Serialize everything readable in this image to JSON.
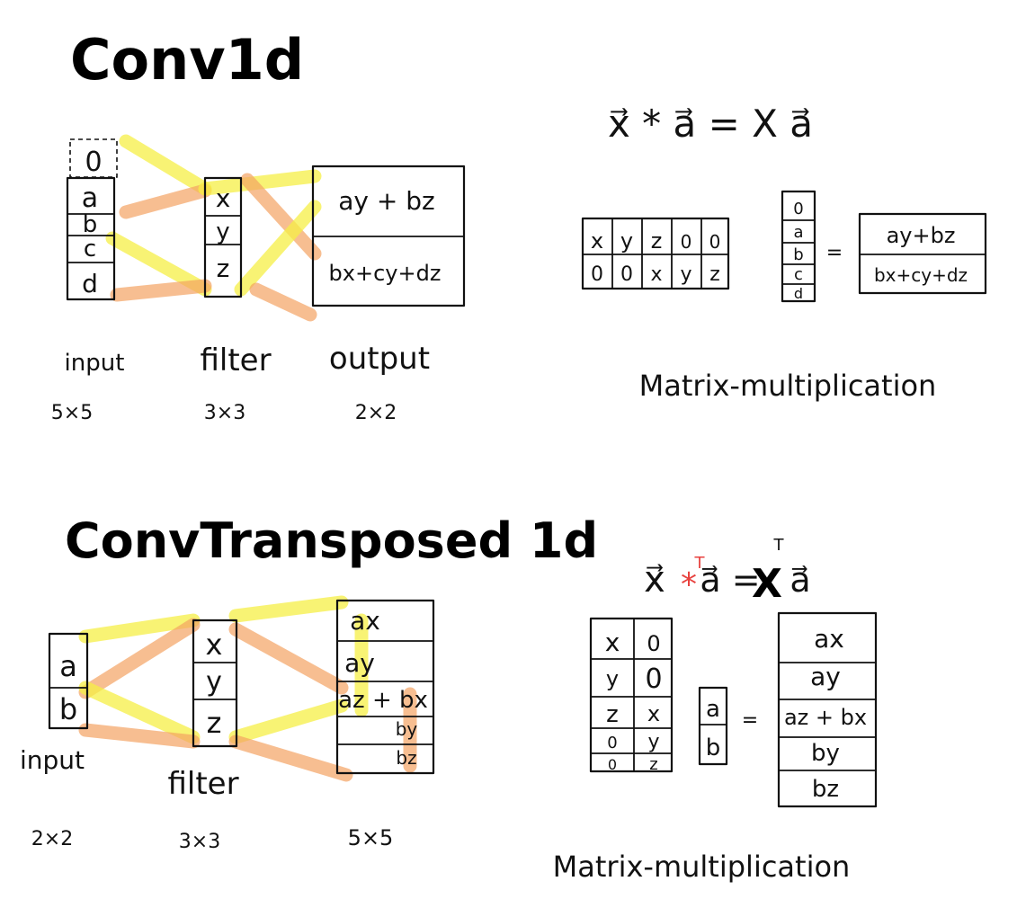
{
  "top": {
    "title": "Conv1d",
    "input": {
      "cells": [
        "0",
        "a",
        "b",
        "c",
        "d"
      ],
      "label": "input",
      "size": "5×5"
    },
    "filter": {
      "cells": [
        "x",
        "y",
        "z"
      ],
      "label": "filter",
      "size": "3×3"
    },
    "output": {
      "cells": [
        "ay + bz",
        "bx+cy+dz"
      ],
      "label": "output",
      "size": "2×2"
    },
    "equation": "x⃗ * a⃗ = X a⃗",
    "matrix": {
      "rows": [
        [
          "x",
          "y",
          "z",
          "0",
          "0"
        ],
        [
          "0",
          "0",
          "x",
          "y",
          "z"
        ]
      ],
      "vector": [
        "0",
        "a",
        "b",
        "c",
        "d"
      ],
      "equals": "=",
      "result": [
        "ay+bz",
        "bx+cy+dz"
      ]
    },
    "caption": "Matrix-multiplication"
  },
  "bottom": {
    "title": "ConvTransposed 1d",
    "input": {
      "cells": [
        "a",
        "b"
      ],
      "label": "input",
      "size": "2×2"
    },
    "filter": {
      "cells": [
        "x",
        "y",
        "z"
      ],
      "label": "filter",
      "size": "3×3"
    },
    "output": {
      "cells": [
        "ax",
        "ay",
        "az + bx",
        "by",
        "bz"
      ],
      "label": "",
      "size": "5×5"
    },
    "equation_parts": {
      "lhs": "x⃗",
      "op": "*",
      "op_sup": "T",
      "rhs": "a⃗ = ",
      "big": "X",
      "big_sup": "T",
      "tail": "a⃗"
    },
    "matrix": {
      "rows": [
        [
          "x",
          "0"
        ],
        [
          "y",
          "0"
        ],
        [
          "z",
          "x"
        ],
        [
          "0",
          "y"
        ],
        [
          "0",
          "z"
        ]
      ],
      "vector": [
        "a",
        "b"
      ],
      "equals": "=",
      "result": [
        "ax",
        "ay",
        "az + bx",
        "by",
        "bz"
      ]
    },
    "caption": "Matrix-multiplication"
  },
  "colors": {
    "highlight_yellow": "#f6ef45",
    "highlight_orange": "#f3a262",
    "transpose_red": "#e8423f",
    "ink": "#111111"
  }
}
